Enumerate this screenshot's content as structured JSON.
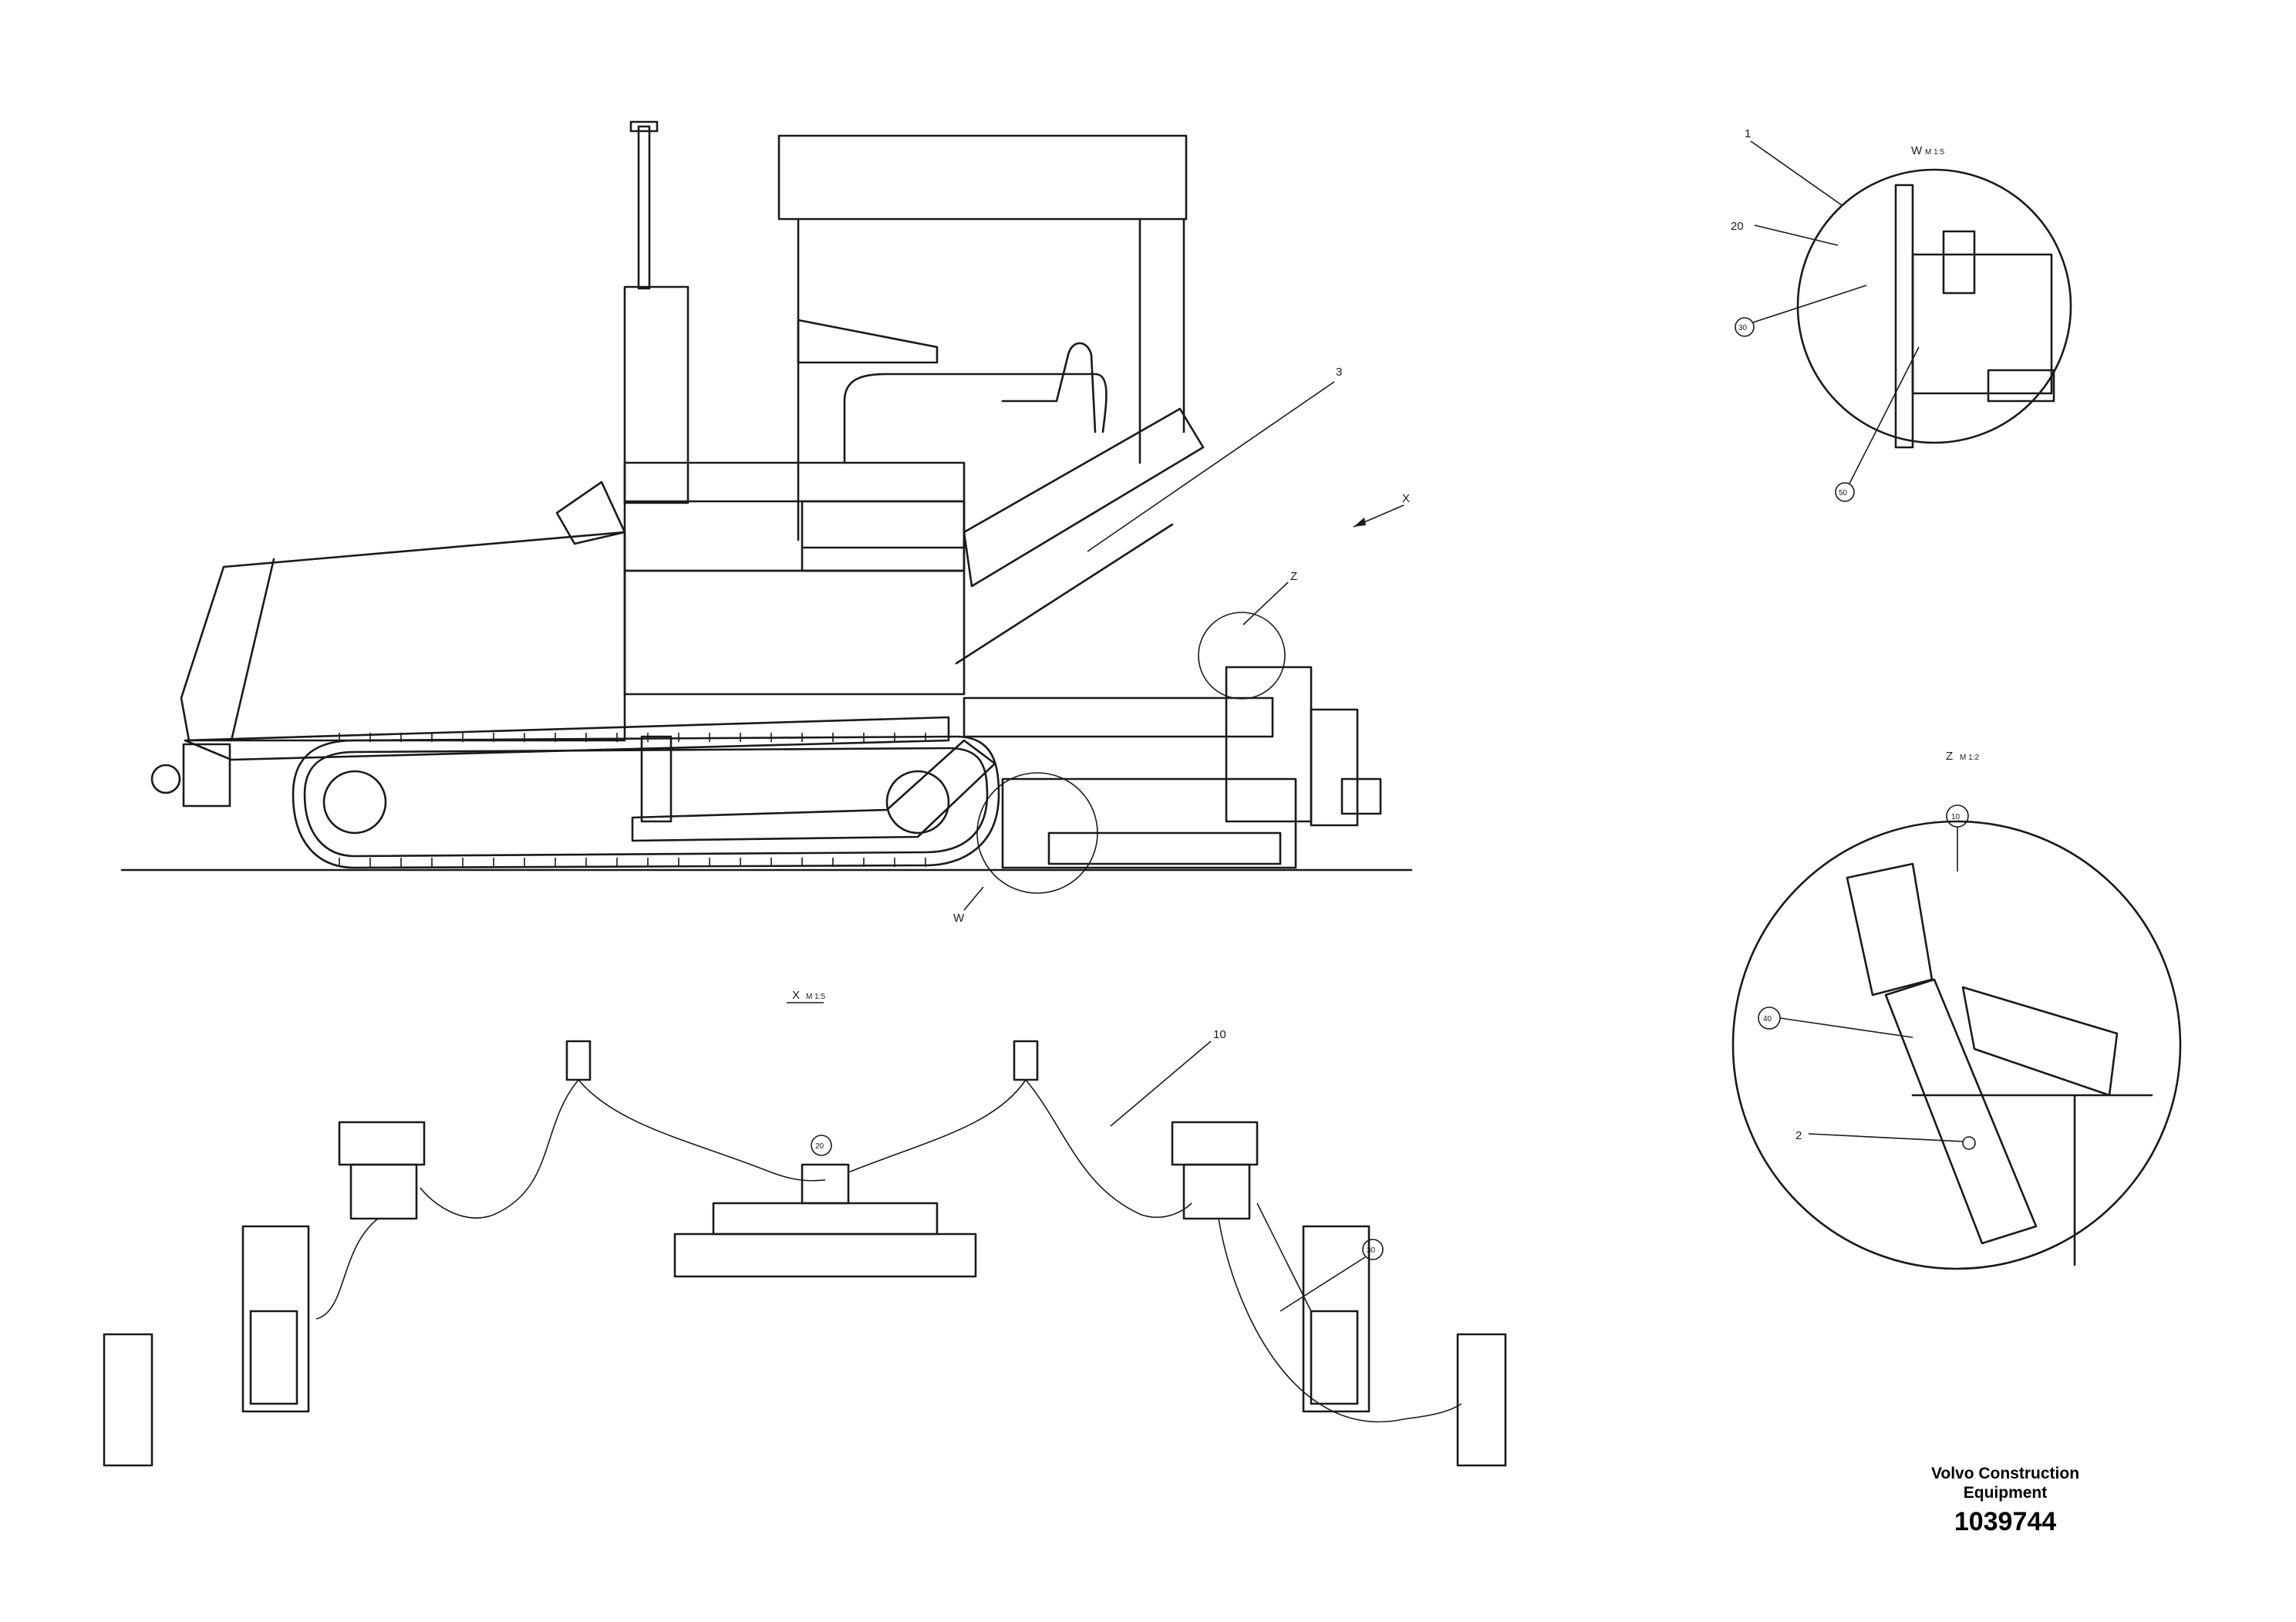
{
  "views": {
    "w": {
      "letter": "W",
      "scale": "M 1:5"
    },
    "z": {
      "letter": "Z",
      "scale": "M 1:2"
    },
    "x": {
      "letter": "X",
      "scale": "M 1:5"
    }
  },
  "callouts": {
    "main_3": "3",
    "main_x": "X",
    "main_z": "Z",
    "main_w": "W",
    "w_1": "1",
    "w_20": "20",
    "w_30": "30",
    "w_50": "50",
    "z_10": "10",
    "z_40": "40",
    "z_2": "2",
    "x_10": "10",
    "x_20": "20",
    "x_30": "30"
  },
  "footer": {
    "company_line1": "Volvo Construction",
    "company_line2": "Equipment",
    "drawing_number": "1039744"
  }
}
